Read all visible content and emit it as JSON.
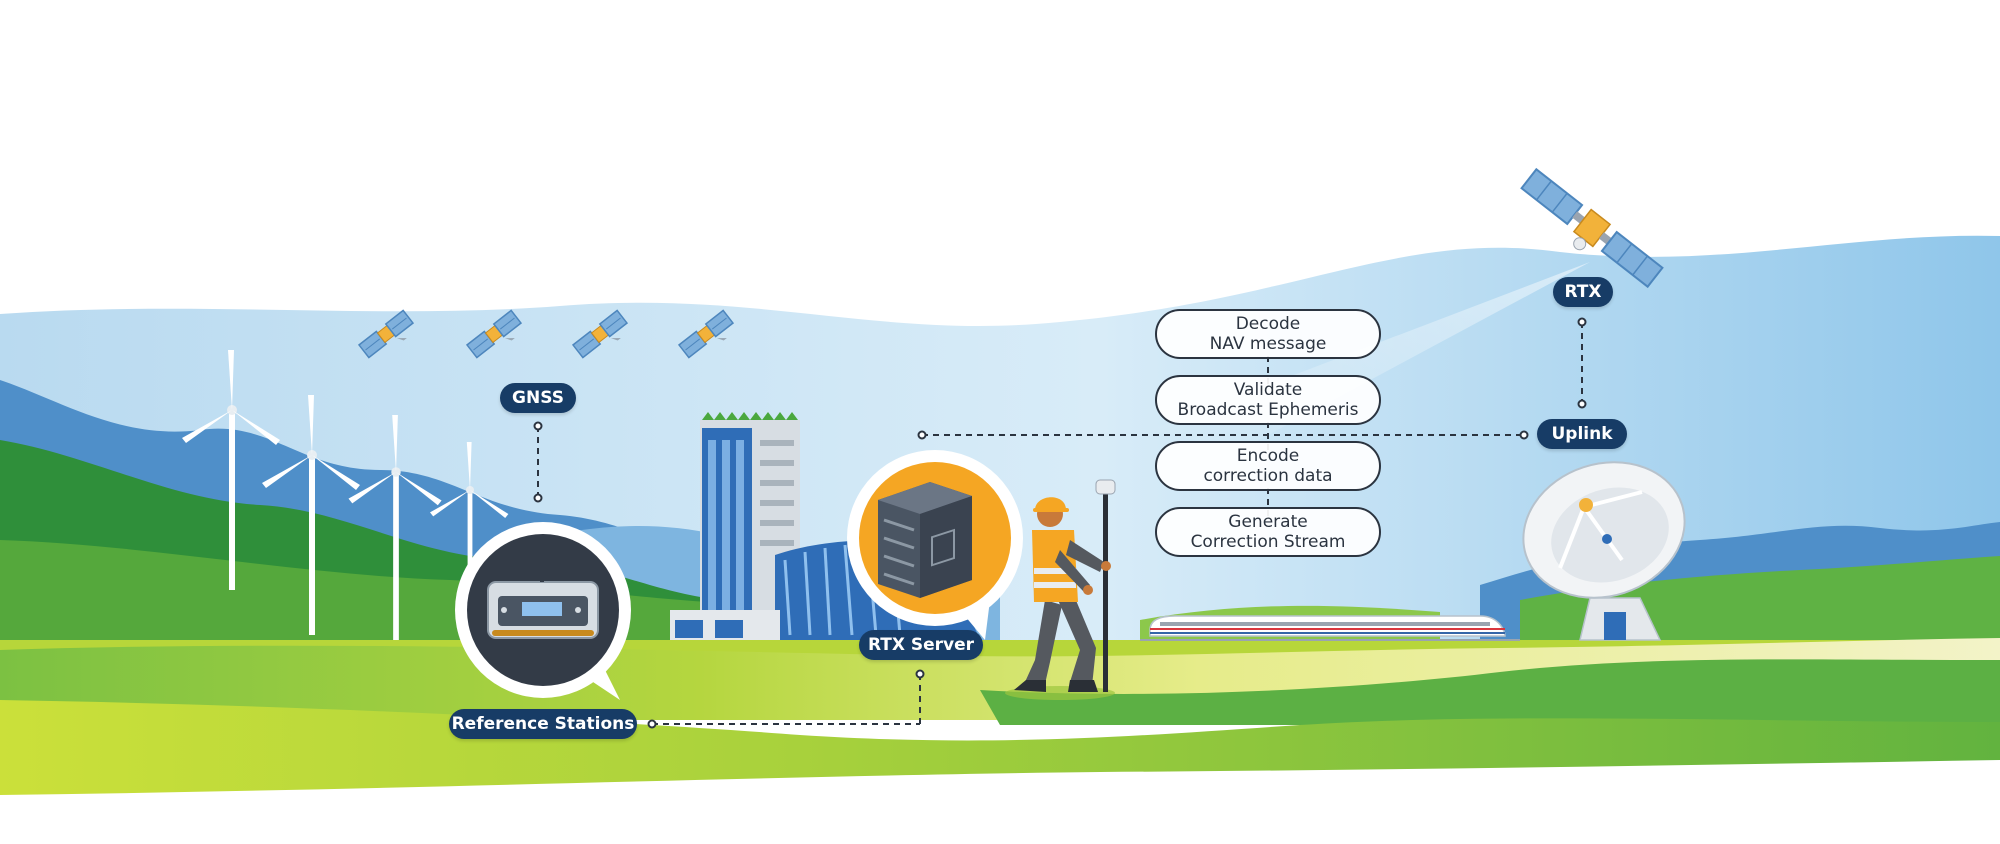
{
  "labels": {
    "gnss": "GNSS",
    "reference_stations": "Reference Stations",
    "rtx_server": "RTX Server",
    "uplink": "Uplink",
    "rtx": "RTX"
  },
  "process_steps": [
    {
      "line1": "Decode",
      "line2": "NAV message"
    },
    {
      "line1": "Validate",
      "line2": "Broadcast Ephemeris"
    },
    {
      "line1": "Encode",
      "line2": "correction data"
    },
    {
      "line1": "Generate",
      "line2": "Correction Stream"
    }
  ],
  "colors": {
    "label_pill": "#173c66",
    "sky": "#cfe6f6",
    "grass_dark": "#3f9b3a",
    "grass_light": "#c5dc34",
    "orange_accent": "#f5a623"
  }
}
